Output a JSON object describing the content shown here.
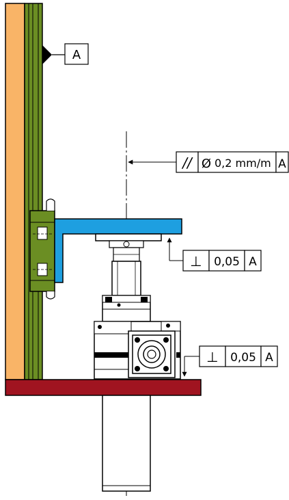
{
  "datum": {
    "letter": "A"
  },
  "callouts": {
    "parallelism": {
      "symbol": "//",
      "diameter_symbol": "Ø",
      "tolerance": "0,2 mm/m",
      "datum_ref": "A"
    },
    "perpendicularity_top": {
      "symbol": "⊥",
      "tolerance": "0,05",
      "datum_ref": "A"
    },
    "perpendicularity_bottom": {
      "symbol": "⊥",
      "tolerance": "0,05",
      "datum_ref": "A"
    }
  },
  "colors": {
    "wall_orange": "#F9B467",
    "profile_green": "#6B8E23",
    "table_blue": "#1E9FE0",
    "base_red": "#A01420",
    "line": "#000000"
  }
}
